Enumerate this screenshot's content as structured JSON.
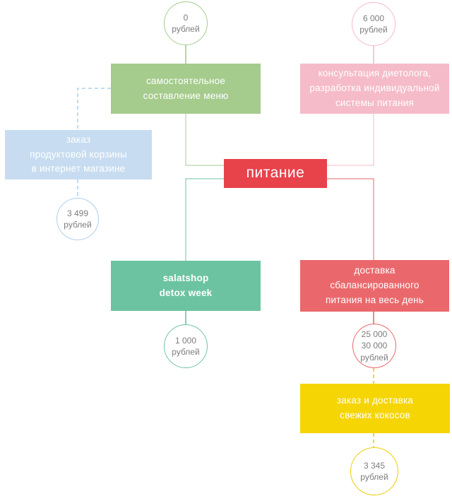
{
  "diagram": {
    "center": {
      "label": "питание"
    },
    "nodes": {
      "self_menu": {
        "label": "самостоятельное\nсоставление меню"
      },
      "dietician": {
        "label": "консультация диетолога,\nразработка индивидуальной\nсистемы питания"
      },
      "basket": {
        "label": "заказ\nпродуктовой корзины\nв интернет магазине"
      },
      "salatshop": {
        "label": "salatshop\ndetox week"
      },
      "delivery": {
        "label": "доставка\nсбалансированного\nпитания на весь день"
      },
      "coconuts": {
        "label": "заказ и доставка\nсвежих кокосов"
      }
    },
    "prices": {
      "self_menu": "0\nрублей",
      "dietician": "6 000\nрублей",
      "basket": "3 499\nрублей",
      "salatshop": "1 000\nрублей",
      "delivery": "25 000\n30 000\nрублей",
      "coconuts": "3 345\nрублей"
    }
  },
  "colors": {
    "green": "#a5cb8d",
    "pink": "#f5bbc9",
    "blue": "#c7dcf0",
    "blue-line": "#aed0ec",
    "red": "#e8424b",
    "teal": "#6cc3a2",
    "salmon": "#ea686c",
    "yellow": "#f6d505",
    "yellow-line": "#eecc00",
    "gray-text": "#7d7d7d"
  }
}
